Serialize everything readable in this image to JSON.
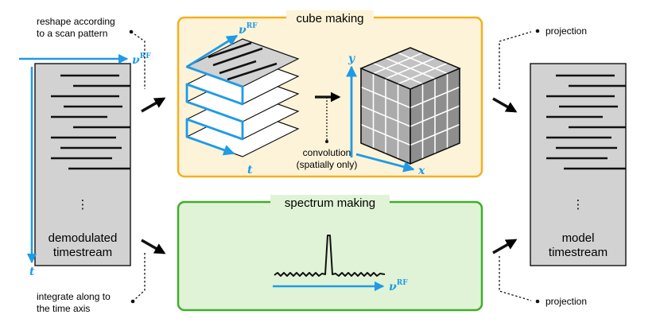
{
  "labels": {
    "reshape_line1": "reshape according",
    "reshape_line2": "to a scan pattern",
    "integrate_line1": "integrate along to",
    "integrate_line2": "the time axis",
    "projection_top": "projection",
    "projection_bottom": "projection",
    "demod_line1": "demodulated",
    "demod_line2": "timestream",
    "model_line1": "model",
    "model_line2": "timestream",
    "cube_title": "cube making",
    "spectrum_title": "spectrum making",
    "conv_line1": "convolution",
    "conv_line2": "(spatially only)",
    "dots": "⋮",
    "axis_t": "t",
    "axis_x": "x",
    "axis_y": "y",
    "nu_symbol": "ν",
    "rf_superscript": "RF"
  },
  "colors": {
    "accent_blue": "#1e9be6",
    "cube_box_border": "#f2b01e",
    "cube_box_fill": "#fdf3d8",
    "spectrum_box_border": "#3fae2a",
    "spectrum_box_fill": "#e0f3d6",
    "panel_gray": "#d2d2d2",
    "cube_gray": "#a8a8a8"
  }
}
